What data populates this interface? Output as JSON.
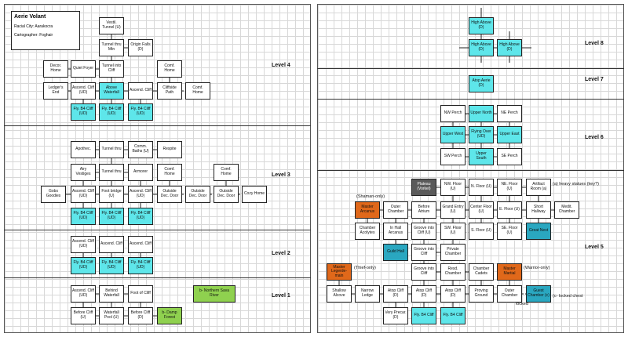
{
  "title": {
    "name": "Aerie Volant",
    "racial_city": "Racial City: Aarakocra",
    "cartographer": "Cartographer: Foghair"
  },
  "levels": {
    "l4": "Level 4",
    "l3": "Level 3",
    "l2": "Level 2",
    "l1": "Level 1",
    "l8": "Level 8",
    "l7": "Level 7",
    "l6": "Level 6",
    "l5": "Level 5"
  },
  "rooms": {
    "vestibule": "Vestil. Tunnel (U)",
    "tunnel_thru_mtn": "Tunnel thru Mtn",
    "origin_falls": "Origin Falls (D)",
    "decor_home": "Decor. Home",
    "quiet_foyer": "Quiet Foyer",
    "tunnel_into_cliff": "Tunnel into Cliff",
    "comf_home_a": "Comf. Home",
    "ledgers_end": "Ledger's End",
    "ascend_cliff_ud_4a": "Ascend. Cliff (UD)",
    "above_waterfall": "Above Waterfall",
    "ascend_cliff_4b": "Ascend. Cliff",
    "cliffside_path": "Cliffside Path",
    "comf_home_b": "Comf. Home",
    "fly_b4_cliff_4a": "Fly. B4 Cliff (UD)",
    "fly_b4_cliff_4b": "Fly. B4 Cliff (UD)",
    "fly_b4_cliff_4c": "Fly. B4 Cliff (UD)",
    "apothec": "Apothec.",
    "tunnel_thru_3": "Tunnel thru",
    "comm_baths": "Comm. Baths (U)",
    "respite": "Respite",
    "airy_vestiges": "Airy Vestiges",
    "tunnel_thru_3b": "Tunnel thru",
    "armorer": "Armorer",
    "comf_home_3a": "Comf. Home",
    "comf_home_3b": "Comf. Home",
    "gobs_goodies": "Gobs Goodies",
    "ascend_cliff_ud_3a": "Ascend. Cliff (UD)",
    "foot_bridge": "Foot bridge (U)",
    "ascend_cliff_ud_3b": "Ascend. Cliff (UD)",
    "outside_dec_door_a": "Outside Dec. Door",
    "outside_dec_door_b": "Outside Dec. Door",
    "outside_dec_door_c": "Outside Dec. Door",
    "cozy_home": "Cozy Home",
    "fly_b4_cliff_3a": "Fly. B4 Cliff (UD)",
    "fly_b4_cliff_3b": "Fly. B4 Cliff (UD)",
    "fly_b4_cliff_3c": "Fly. B4 Cliff (UD)",
    "ascend_cliff_ud_2a": "Ascend. Cliff (UD)",
    "ascend_cliff_2b": "Ascend. Cliff",
    "ascend_cliff_2c": "Ascend. Cliff",
    "fly_b4_cliff_2a": "Fly. B4 Cliff (UD)",
    "fly_b4_cliff_2b": "Fly. B4 Cliff (UD)",
    "fly_b4_cliff_2c": "Fly. B4 Cliff (UD)",
    "ascend_cliff_ud_1a": "Ascend. Cliff (UD)",
    "behind_waterfall": "Behind Waterfall",
    "foot_of_cliff": "Foot of Cliff",
    "before_cliff_u": "Before Cliff (U)",
    "waterfall_pool": "Waterfall Pool (U)",
    "before_cliff_d": "Before Cliff (D)",
    "damp_forest": "b- Damp Forest",
    "northern_sava_river": "b- Northern Sava River",
    "high_above_d": "High Above (D)",
    "high_above_a": "High Above (D)",
    "high_above_b": "High Above (D)",
    "atop_aerie": "Atop Aerie (D)",
    "nw_perch": "NW Perch",
    "upper_north": "Upper North",
    "ne_perch": "NE Perch",
    "upper_west": "Upper West",
    "flying_over": "Flying Over (UD)",
    "upper_east": "Upper East",
    "sw_perch": "SW Perch",
    "upper_south": "Upper South",
    "se_perch": "SE Perch",
    "plateau": "Plateau (Vorkel)",
    "nw_floor": "NW. Floor (U)",
    "n_floor": "N. Floor (U)",
    "ne_floor": "NE. Floor (U)",
    "artifact_room": "Artifact Room (a)",
    "master_arcanus": "Master Arcanus",
    "outer_chamber_5a": "Outer Chamber",
    "before_atrium": "Before Atrium",
    "grand_entry": "Grand Entry (U)",
    "center_floor": "Center Floor (U)",
    "e_floor": "E. Floor (U)",
    "short_hallway": "Short Hallway",
    "medit_chamber": "Medit. Chamber",
    "chamber_acolytes": "Chamber Acolytes",
    "in_hall_arcanus": "In Hall Arcanus",
    "groove_into_cliff_a": "Groove into Cliff (U)",
    "sw_floor": "SW. Floor (U)",
    "s_floor": "S. Floor (U)",
    "se_floor": "SE. Floor (U)",
    "great_nest": "Great Nest",
    "guild_hall": "Guild Hall",
    "groove_into_cliff_b": "Groove into Cliff",
    "private_chamber": "Private Chamber",
    "master_legerdemain": "Master Legerde-main",
    "groove_into_cliff_c": "Groove into Cliff",
    "resd_chamber": "Resd. Chamber",
    "chamber_cadets": "Chamber Cadets",
    "master_martial": "Master Martial",
    "shallow_alcove": "Shallow Alcove",
    "narrow_ledge": "Narrow Ledge",
    "atop_cliff_d1": "Atop Cliff (D)",
    "atop_cliff_d2": "Atop Cliff (D)",
    "atop_cliff_d3": "Atop Cliff (D)",
    "proving_ground": "Proving Ground",
    "outer_chamber_5b": "Outer Chamber",
    "guest_chamber": "Guest Chamber (c)",
    "very_precar": "Very Precar. (D)",
    "fly_b4_cliff_5a": "Fly. B4 Cliff",
    "fly_b4_cliff_5b": "Fly. B4 Cliff"
  },
  "notes": {
    "shaman_only": "(Shaman-only)",
    "thief_only": "(Thief-only)",
    "warrior_only": "(Warrior-only)",
    "heavy_statues": "(a) heavy statues (key?)",
    "locked_chest": "(c- locked chest",
    "locked": "locked"
  },
  "colors": {
    "cyan": "#5ee6ea",
    "orange": "#e0681a",
    "green": "#8fd14f",
    "gray": "#5a5a5a",
    "teal": "#2aa7c0"
  }
}
